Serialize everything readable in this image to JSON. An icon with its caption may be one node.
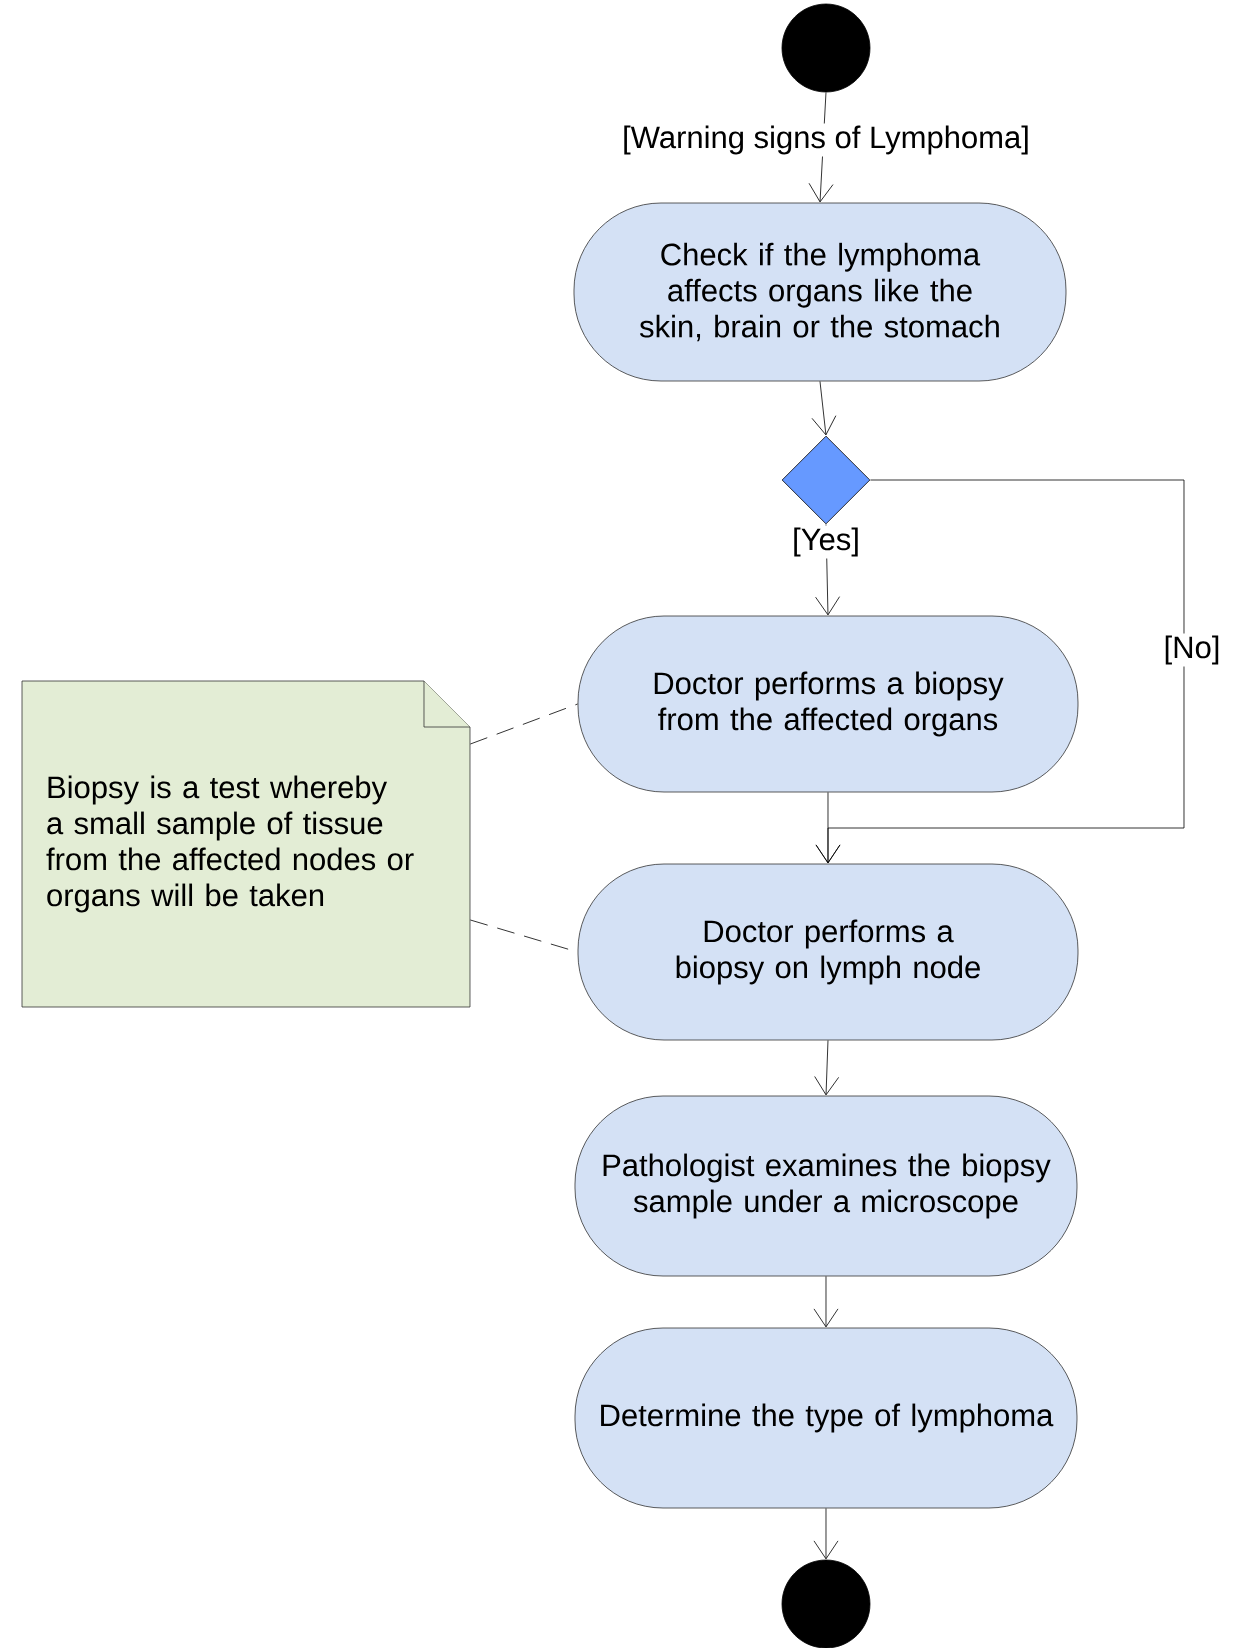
{
  "diagram": {
    "nodes": [
      {
        "text": [],
        "shape": "circle"
      },
      {
        "text": [
          "Check if the lymphoma affects organs like the skin, brain or the stomach"
        ]
      },
      {
        "text": [],
        "shape": "diamond"
      },
      {
        "text": [
          "Doctor performs a biopsy from the affected organs"
        ]
      },
      {
        "text": [
          "Doctor performs a biopsy on lymph node"
        ]
      },
      {
        "text": [
          "Pathologist examines the biopsy sample under a microscope"
        ]
      },
      {
        "text": [
          "Determine the type of lymphoma"
        ]
      },
      {
        "text": [],
        "shape": "circle"
      },
      {
        "text": [
          "Biopsy is a test whereby a small sample of tissue from the affected nodes or organs will be taken"
        ]
      }
    ],
    "edges": [
      {
        "from": 0,
        "to": 1,
        "arrow": "to",
        "label": "[Warning signs of Lymphoma]"
      },
      {
        "from": 1,
        "to": 2,
        "arrow": "to"
      },
      {
        "from": 2,
        "to": 3,
        "arrow": "to",
        "label": "[Yes]"
      },
      {
        "from": 2,
        "to": 4,
        "arrow": "to",
        "label": "[No]"
      },
      {
        "from": 3,
        "to": 4,
        "arrow": "to"
      },
      {
        "from": 4,
        "to": 5,
        "arrow": "to"
      },
      {
        "from": 5,
        "to": 6,
        "arrow": "to"
      },
      {
        "from": 6,
        "to": 7,
        "arrow": "to"
      },
      {
        "from": 8,
        "to": 3,
        "arrow": "none",
        "style": "dashed"
      },
      {
        "from": 8,
        "to": 4,
        "arrow": "none",
        "style": "dashed"
      }
    ]
  }
}
